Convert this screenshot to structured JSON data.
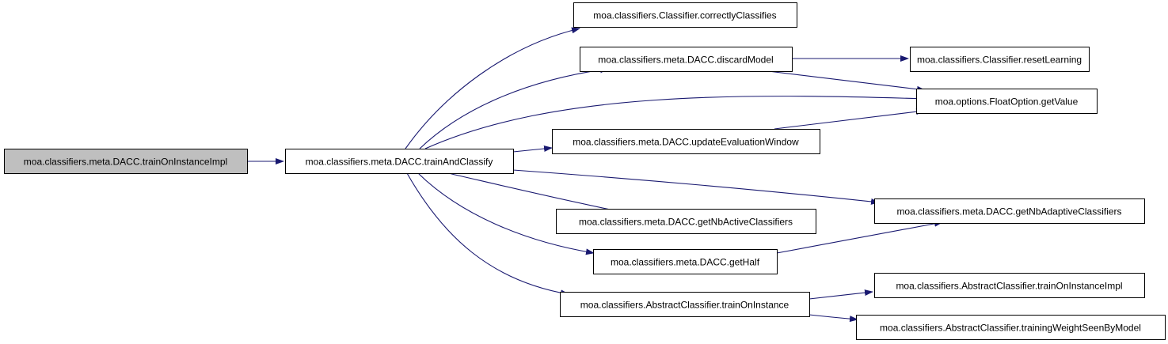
{
  "graph": {
    "edge_color": "#191970",
    "node_fill": "#ffffff",
    "root_fill": "#bfbfbf",
    "nodes": [
      {
        "id": "trainOnInstanceImplRoot",
        "label": "moa.classifiers.meta.DACC.trainOnInstanceImpl",
        "root": true
      },
      {
        "id": "trainAndClassify",
        "label": "moa.classifiers.meta.DACC.trainAndClassify"
      },
      {
        "id": "correctlyClassifies",
        "label": "moa.classifiers.Classifier.correctlyClassifies"
      },
      {
        "id": "discardModel",
        "label": "moa.classifiers.meta.DACC.discardModel"
      },
      {
        "id": "resetLearning",
        "label": "moa.classifiers.Classifier.resetLearning"
      },
      {
        "id": "getValue",
        "label": "moa.options.FloatOption.getValue"
      },
      {
        "id": "updateEvaluationWindow",
        "label": "moa.classifiers.meta.DACC.updateEvaluationWindow"
      },
      {
        "id": "getNbAdaptiveClassifiers",
        "label": "moa.classifiers.meta.DACC.getNbAdaptiveClassifiers"
      },
      {
        "id": "getNbActiveClassifiers",
        "label": "moa.classifiers.meta.DACC.getNbActiveClassifiers"
      },
      {
        "id": "getHalf",
        "label": "moa.classifiers.meta.DACC.getHalf"
      },
      {
        "id": "trainOnInstance",
        "label": "moa.classifiers.AbstractClassifier.trainOnInstance"
      },
      {
        "id": "abstractTrainOnInstanceImpl",
        "label": "moa.classifiers.AbstractClassifier.trainOnInstanceImpl"
      },
      {
        "id": "trainingWeightSeenByModel",
        "label": "moa.classifiers.AbstractClassifier.trainingWeightSeenByModel"
      }
    ],
    "edges": [
      {
        "from": "trainOnInstanceImplRoot",
        "to": "trainAndClassify"
      },
      {
        "from": "trainAndClassify",
        "to": "correctlyClassifies"
      },
      {
        "from": "trainAndClassify",
        "to": "discardModel"
      },
      {
        "from": "trainAndClassify",
        "to": "getValue"
      },
      {
        "from": "trainAndClassify",
        "to": "updateEvaluationWindow"
      },
      {
        "from": "trainAndClassify",
        "to": "getNbAdaptiveClassifiers"
      },
      {
        "from": "trainAndClassify",
        "to": "getNbActiveClassifiers"
      },
      {
        "from": "trainAndClassify",
        "to": "getHalf"
      },
      {
        "from": "trainAndClassify",
        "to": "trainOnInstance"
      },
      {
        "from": "discardModel",
        "to": "resetLearning"
      },
      {
        "from": "discardModel",
        "to": "getValue"
      },
      {
        "from": "updateEvaluationWindow",
        "to": "getValue"
      },
      {
        "from": "getHalf",
        "to": "getNbAdaptiveClassifiers"
      },
      {
        "from": "trainOnInstance",
        "to": "abstractTrainOnInstanceImpl"
      },
      {
        "from": "trainOnInstance",
        "to": "trainingWeightSeenByModel"
      }
    ]
  }
}
